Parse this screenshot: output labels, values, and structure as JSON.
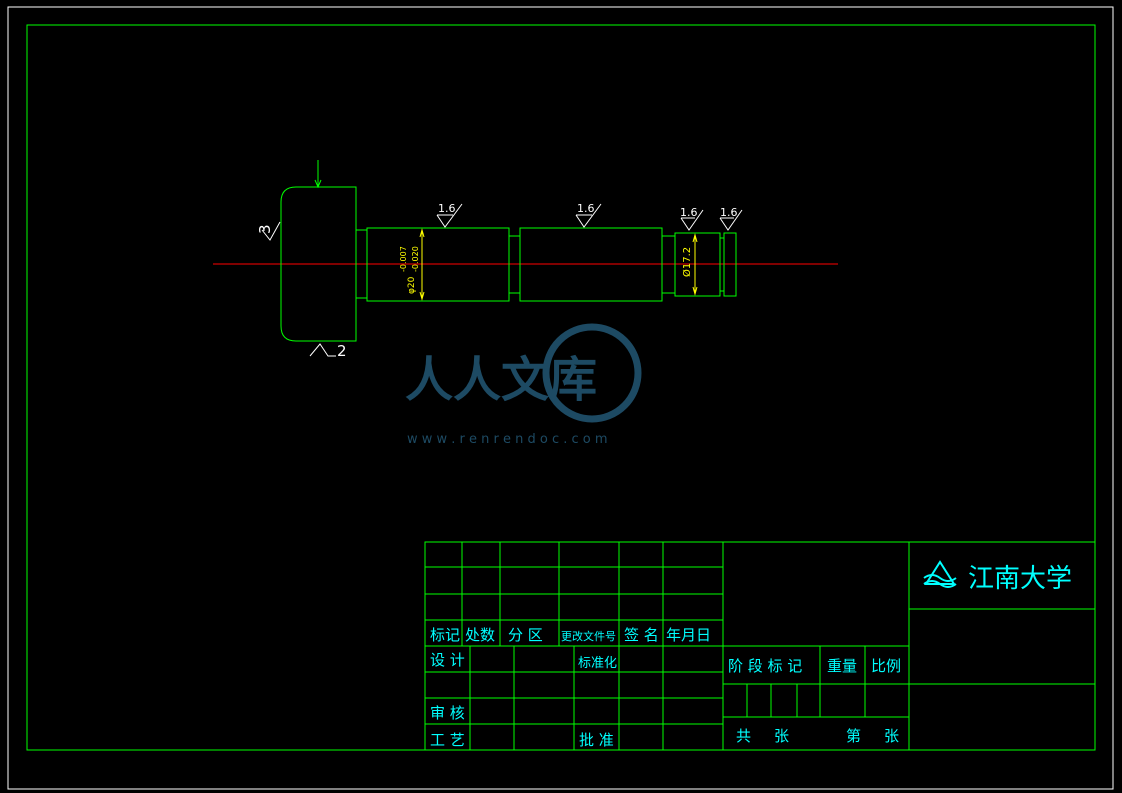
{
  "colors": {
    "background": "#000000",
    "frame": "#00ff00",
    "outer_frame": "#ffffff",
    "center_line": "#ff0000",
    "dimension": "#ffff00",
    "title_text": "#00ffff",
    "roughness_text": "#ffffff",
    "watermark": "#1d4a63"
  },
  "drawing": {
    "roughness_marks": [
      "1.6",
      "1.6",
      "1.6",
      "1.6"
    ],
    "left_roughness": "3",
    "bottom_roughness": "2",
    "dim_diameter_20": "φ20",
    "dim_tolerance_upper": "-0.007",
    "dim_tolerance_lower": "-0.020",
    "dim_diameter_17": "Ø17.2"
  },
  "watermark": {
    "brand": "人人文库",
    "url": "w w w . r e n r e n d o c . c o m"
  },
  "title_block": {
    "revision_header": {
      "mark": "标记",
      "count": "处数",
      "zone": "分 区",
      "doc_no": "更改文件号",
      "signature": "签 名",
      "date": "年月日"
    },
    "design": "设 计",
    "standardize": "标准化",
    "review": "审 核",
    "process": "工 艺",
    "approve": "批 准",
    "stage_mark": "阶 段 标 记",
    "weight": "重量",
    "scale": "比例",
    "total": "共",
    "sheets": "张",
    "sheet_no": "第",
    "sheet_unit": "张",
    "school": "江南大学"
  }
}
